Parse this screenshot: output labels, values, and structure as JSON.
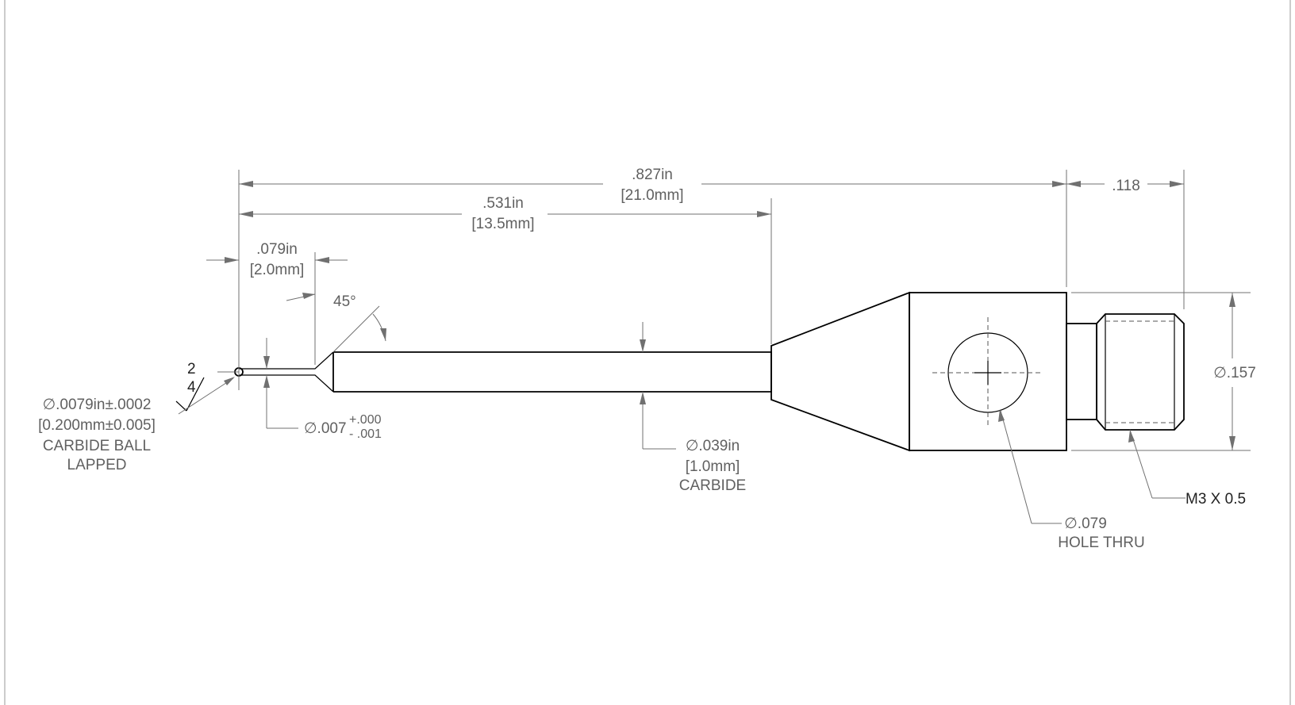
{
  "drawing": {
    "dim_overall_in": ".827in",
    "dim_overall_mm": "[21.0mm]",
    "dim_head_in": ".118",
    "dim_length_in": ".531in",
    "dim_length_mm": "[13.5mm]",
    "dim_tip_in": ".079in",
    "dim_tip_mm": "[2.0mm]",
    "angle": "45°",
    "finish_top": "2",
    "finish_bottom": "4",
    "ball_dia": "∅.0079in±.0002",
    "ball_dia_mm": "[0.200mm±0.005]",
    "ball_material": "CARBIDE BALL",
    "ball_finish": "LAPPED",
    "neck_dia": "∅.007",
    "neck_tol_plus": "+.000",
    "neck_tol_minus": "- .001",
    "shaft_dia_in": "∅.039in",
    "shaft_dia_mm": "[1.0mm]",
    "shaft_material": "CARBIDE",
    "body_dia": "∅.157",
    "thread": "M3 X 0.5",
    "hole_dia": "∅.079",
    "hole_note": "HOLE THRU"
  }
}
